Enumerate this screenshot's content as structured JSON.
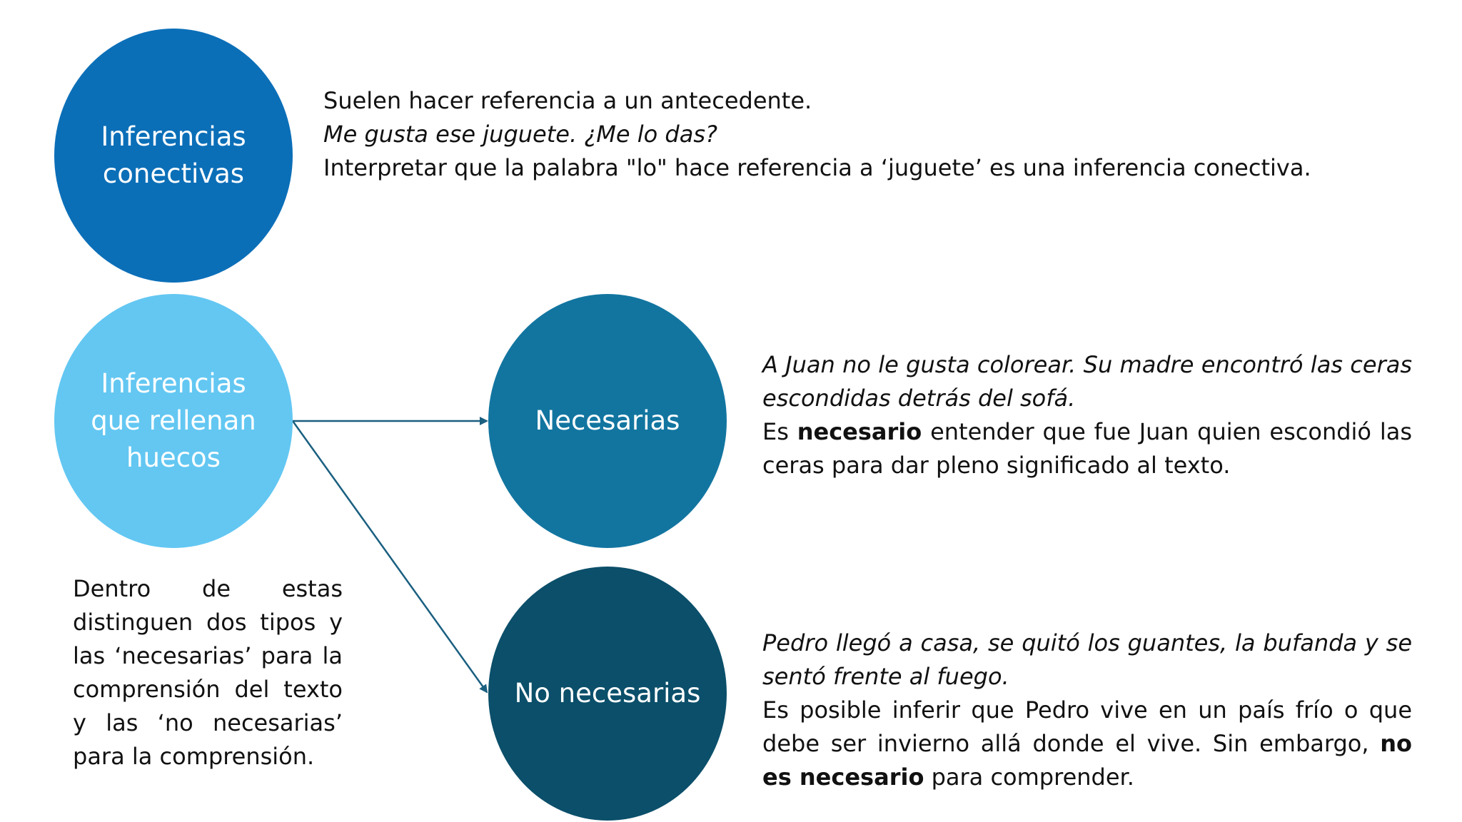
{
  "colors": {
    "conectivas": "#0b6fb8",
    "huecos": "#63c7f2",
    "necesarias": "#1275a0",
    "no_necesarias": "#0b4f6a",
    "arrow": "#1a5f80"
  },
  "nodes": {
    "conectivas": "Inferencias conectivas",
    "huecos": "Inferencias que rellenan huecos",
    "necesarias": "Necesarias",
    "no_necesarias": "No necesarias"
  },
  "conectivas_text": {
    "line1": "Suelen hacer referencia a un antecedente.",
    "example": "Me gusta ese juguete. ¿Me lo das?",
    "explanation": "Interpretar que la palabra \"lo\" hace referencia a ‘juguete’ es una inferencia conectiva."
  },
  "necesarias_text": {
    "example": "A Juan no le gusta colorear. Su madre encontró las ceras escondidas detrás del sofá.",
    "expl_pre": "Es ",
    "expl_bold": "necesario",
    "expl_post": " entender que fue Juan quien escondió las ceras para dar pleno significado al texto."
  },
  "no_necesarias_text": {
    "example": "Pedro llegó a casa, se quitó los guantes, la bufanda y se sentó frente al fuego.",
    "expl_pre": "Es posible inferir que Pedro vive en un país frío o que debe ser invierno allá donde el vive. Sin embargo, ",
    "expl_bold": "no es necesario",
    "expl_post": " para comprender."
  },
  "huecos_text": "Dentro de estas distinguen dos tipos y las ‘necesarias’ para la comprensión del texto y las ‘no necesarias’ para la comprensión."
}
